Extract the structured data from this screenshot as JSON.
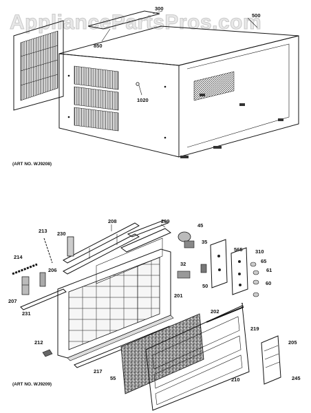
{
  "watermark": "AppliancePartsPros.com",
  "art_numbers": {
    "top": "(ART NO. WJ9208)",
    "bottom": "(ART NO. WJ9209)"
  },
  "callouts": {
    "c300": "300",
    "c500": "500",
    "c850": "850",
    "c1020": "1020",
    "c208": "208",
    "c209": "209",
    "c45": "45",
    "c213": "213",
    "c230": "230",
    "c35": "35",
    "c565": "565",
    "c310": "310",
    "c214": "214",
    "c206": "206",
    "c32": "32",
    "c65": "65",
    "c61": "61",
    "c50": "50",
    "c60": "60",
    "c207": "207",
    "c231": "231",
    "c201": "201",
    "c202": "202",
    "c1": "1",
    "c219": "219",
    "c212": "212",
    "c205": "205",
    "c217": "217",
    "c55": "55",
    "c210": "210",
    "c245": "245"
  }
}
